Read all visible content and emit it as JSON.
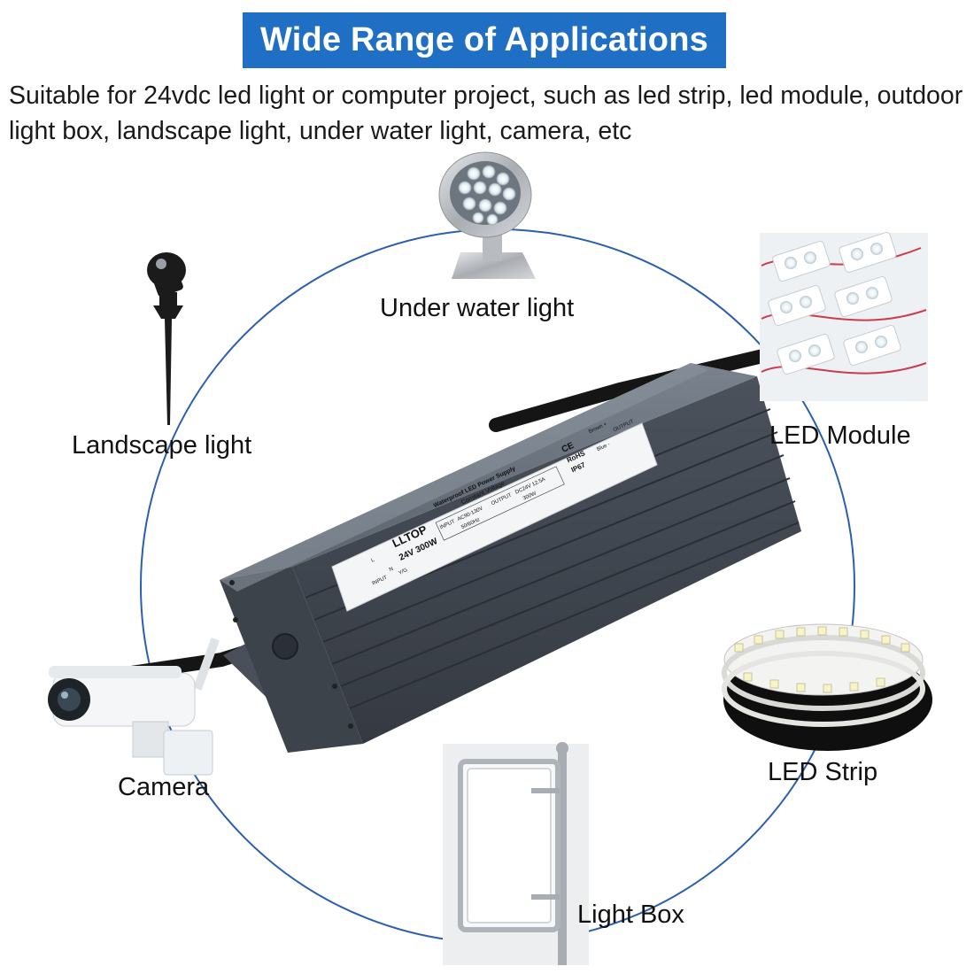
{
  "header": {
    "title": "Wide Range of Applications",
    "description": "Suitable for 24vdc led light or computer project, such as led strip, led module, outdoor light box, landscape light, under water light, camera, etc"
  },
  "applications": {
    "under_water_light": "Under water light",
    "landscape_light": "Landscape light",
    "led_module": "LED Module",
    "camera": "Camera",
    "led_strip": "LED Strip",
    "light_box": "Light Box"
  },
  "product_label": {
    "brand": "LLTOP",
    "rating": "24V 300W",
    "line1": "Waterproof LED Power Supply",
    "line2": "Constant Voltage",
    "input_label": "INPUT",
    "input_value": "AC90-130V",
    "input_freq": "50/60Hz",
    "output_label": "OUTPUT",
    "output_value": "DC24V 12.5A",
    "output_power": "300W",
    "cert_ce": "CE",
    "cert_rohs": "RoHS",
    "cert_ip": "IP67",
    "wire_brown": "Brown +",
    "wire_blue": "Blue -",
    "output_side": "OUTPUT",
    "input_side": "INPUT",
    "terminal_l": "L",
    "terminal_n": "N",
    "terminal_g": "Y/G"
  },
  "colors": {
    "banner": "#1f6fc4",
    "circle": "#2a5fb0",
    "case": "#5b6470"
  }
}
